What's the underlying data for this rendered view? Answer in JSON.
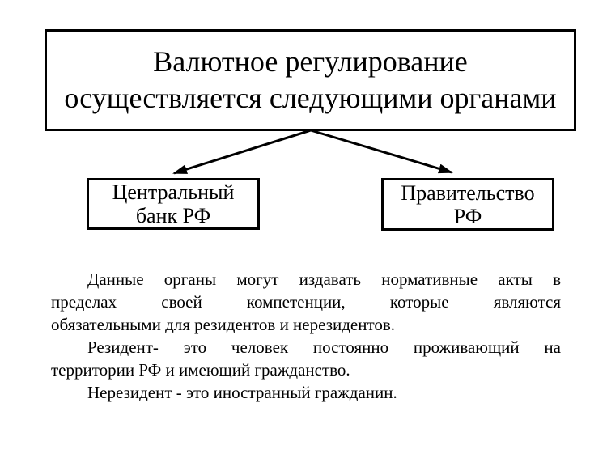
{
  "colors": {
    "ink": "#000000",
    "background": "#ffffff"
  },
  "slide": {
    "title": {
      "lines": [
        "Валютное регулирование",
        "осуществляется следующими органами"
      ]
    },
    "nodes": [
      {
        "lines": [
          "Центральный",
          "банк РФ"
        ]
      },
      {
        "lines": [
          "Правительство",
          "РФ"
        ]
      }
    ],
    "paragraphs": [
      {
        "lines": [
          "Данные органы могут издавать нормативные акты в",
          "пределах своей компетенции, которые являются",
          "обязательными для резидентов и нерезидентов."
        ]
      },
      {
        "lines": [
          "Резидент- это человек постоянно проживающий на",
          "территории РФ и имеющий гражданство."
        ]
      },
      {
        "lines": [
          "Нерезидент - это иностранный гражданин."
        ]
      }
    ]
  }
}
